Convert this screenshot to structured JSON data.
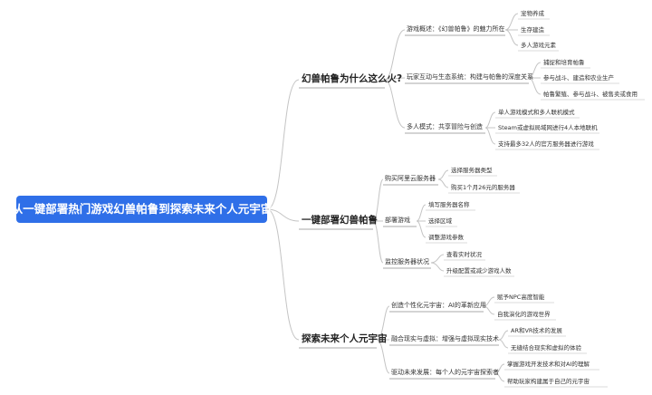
{
  "root": "从一键部署热门游戏幻兽帕鲁到探索未来个人元宇宙",
  "branches": [
    {
      "title": "幻兽帕鲁为什么这么火?",
      "children": [
        {
          "label": "游戏概述：《幻兽帕鲁》的魅力所在",
          "leaves": [
            "宠物养成",
            "生存建造",
            "多人游戏元素"
          ]
        },
        {
          "label": "玩家互动与生态系统：构建与帕鲁的深度关系",
          "leaves": [
            "捕捉和培育帕鲁",
            "参与战斗、建造和农业生产",
            "帕鲁繁殖、参与战斗、被售卖或食用"
          ]
        },
        {
          "label": "多人模式：共享冒险与创造",
          "leaves": [
            "单人游戏模式和多人联机模式",
            "Steam或虚拟局域网进行4人本地联机",
            "支持最多32人的官方服务器进行游戏"
          ]
        }
      ]
    },
    {
      "title": "一键部署幻兽帕鲁",
      "children": [
        {
          "label": "购买阿里云服务器",
          "leaves": [
            "选择服务器类型",
            "购买1个月26元的服务器"
          ]
        },
        {
          "label": "部署游戏",
          "leaves": [
            "填写服务器名称",
            "选择区域",
            "调整游戏参数"
          ]
        },
        {
          "label": "监控服务器状况",
          "leaves": [
            "查看实时状况",
            "升级配置或减少游戏人数"
          ]
        }
      ]
    },
    {
      "title": "探索未来个人元宇宙",
      "children": [
        {
          "label": "创造个性化元宇宙：AI的革新应用",
          "leaves": [
            "赋予NPC高度智能",
            "自我演化的游戏世界"
          ]
        },
        {
          "label": "融合现实与虚拟：增强与虚拟现实技术",
          "leaves": [
            "AR和VR技术的发展",
            "无缝结合现实和虚拟的体验"
          ]
        },
        {
          "label": "驱动未来发展：每个人的元宇宙探索者",
          "leaves": [
            "掌握游戏开发技术和对AI的理解",
            "帮助玩家构建属于自己的元宇宙"
          ]
        }
      ]
    }
  ]
}
